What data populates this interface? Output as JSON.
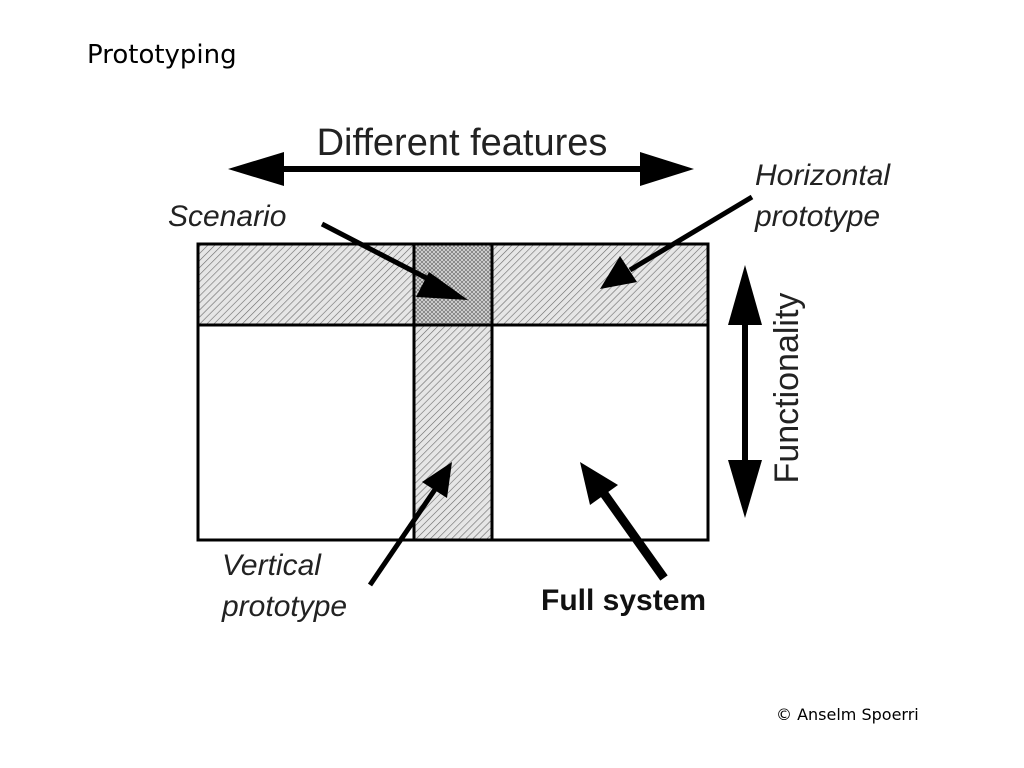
{
  "slide": {
    "title": "Prototyping",
    "copyright": "© Anselm Spoerri"
  },
  "diagram": {
    "top_label": "Different features",
    "side_label": "Functionality",
    "labels": {
      "scenario": "Scenario",
      "horizontal_line1": "Horizontal",
      "horizontal_line2": "prototype",
      "vertical_line1": "Vertical",
      "vertical_line2": "prototype",
      "full_system": "Full system"
    }
  }
}
